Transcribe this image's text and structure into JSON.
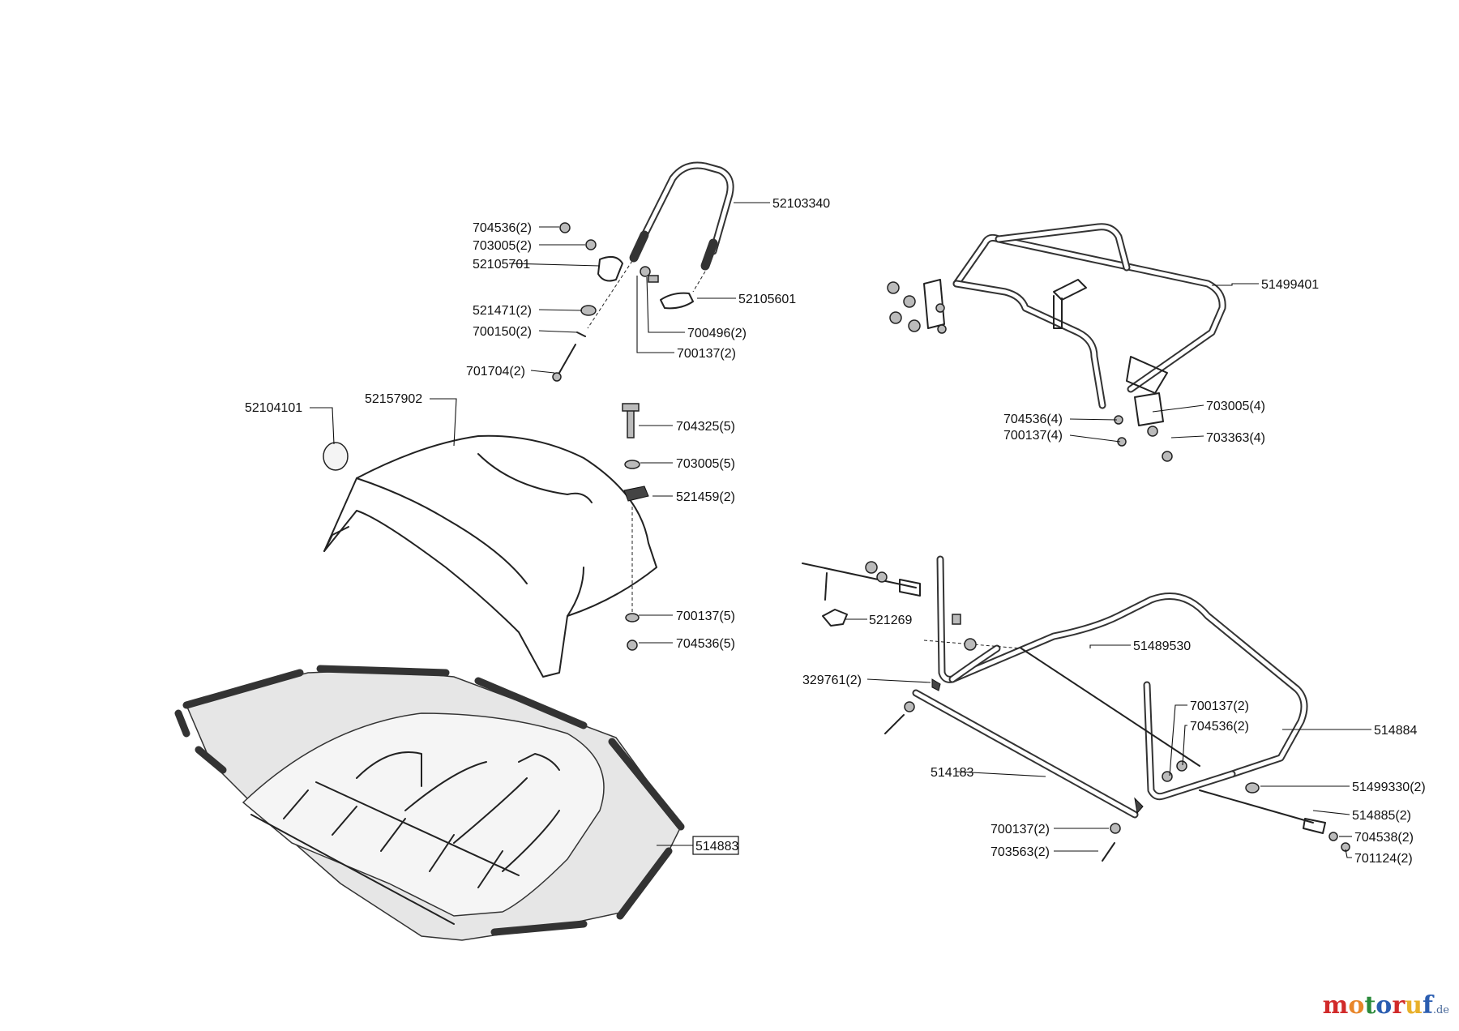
{
  "labels": {
    "p52103340": "52103340",
    "p704536_2a": "704536(2)",
    "p703005_2": "703005(2)",
    "p52105701": "52105701",
    "p52105601": "52105601",
    "p521471_2": "521471(2)",
    "p700150_2": "700150(2)",
    "p700496_2": "700496(2)",
    "p700137_2a": "700137(2)",
    "p701704_2": "701704(2)",
    "p51499401": "51499401",
    "p704536_4": "704536(4)",
    "p700137_4": "700137(4)",
    "p703005_4": "703005(4)",
    "p703363_4": "703363(4)",
    "p52104101": "52104101",
    "p52157902": "52157902",
    "p704325_5": "704325(5)",
    "p703005_5": "703005(5)",
    "p521459_2": "521459(2)",
    "p700137_5": "700137(5)",
    "p704536_5": "704536(5)",
    "p521269": "521269",
    "p51489530": "51489530",
    "p329761_2": "329761(2)",
    "p514884": "514884",
    "p700137_2b": "700137(2)",
    "p704536_2b": "704536(2)",
    "p514183": "514183",
    "p51499330_2": "51499330(2)",
    "p514885_2": "514885(2)",
    "p704538_2": "704538(2)",
    "p701124_2": "701124(2)",
    "p700137_2c": "700137(2)",
    "p703563_2": "703563(2)",
    "p514883": "514883"
  },
  "watermark": {
    "letters": [
      "m",
      "o",
      "t",
      "o",
      "r",
      "u",
      "f"
    ],
    "colors": [
      "#d12a2a",
      "#e8862a",
      "#2a8a3a",
      "#2a5db0",
      "#d12a2a",
      "#e8b02a",
      "#2a5db0"
    ],
    "suffix": ".de"
  }
}
